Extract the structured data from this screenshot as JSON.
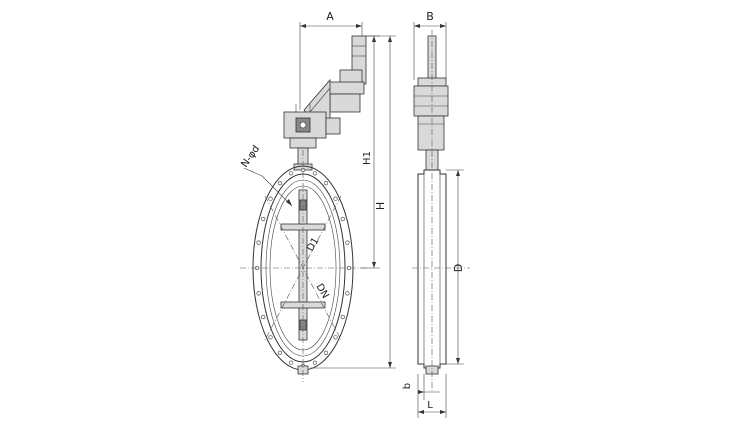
{
  "dimensions": {
    "A": "A",
    "B": "B",
    "H1": "H1",
    "H": "H",
    "D": "D",
    "b": "b",
    "L": "L",
    "holes": "N-φd",
    "D1": "D1",
    "DN": "DN"
  },
  "colors": {
    "line": "#333333",
    "background": "#ffffff"
  }
}
